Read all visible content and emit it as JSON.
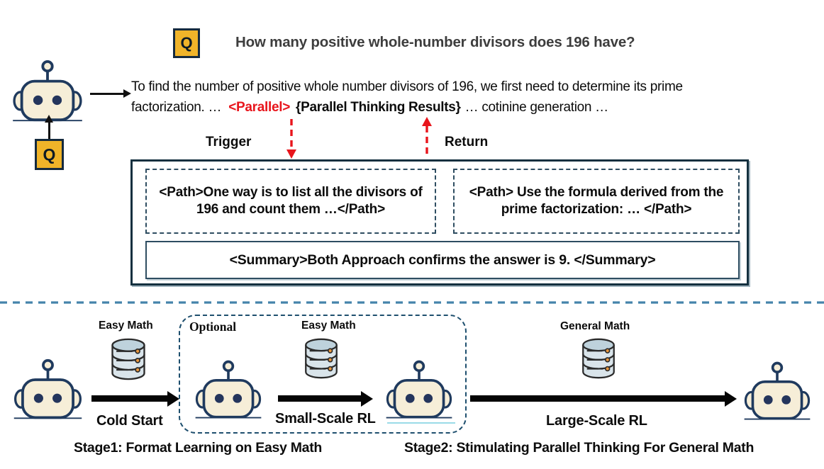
{
  "question": {
    "badge": "Q",
    "text": "How many positive whole-number divisors does 196 have?"
  },
  "response": {
    "line1": "To find the number of positive whole number divisors of 196, we first need to determine its prime",
    "line2": {
      "pre": "factorization. …",
      "parallel_tag": "<Parallel>",
      "results_tag": "{Parallel Thinking Results}",
      "post": "… cotinine generation …"
    }
  },
  "parallel_block": {
    "trigger_label": "Trigger",
    "return_label": "Return",
    "path_left": "<Path>One way is to list all the divisors of 196 and count them …</Path>",
    "path_right": "<Path> Use the formula derived from the prime factorization: … </Path>",
    "summary": "<Summary>Both Approach confirms the answer is 9. </Summary>"
  },
  "pipeline": {
    "q_badge": "Q",
    "optional_label": "Optional",
    "datasets": [
      {
        "label": "Easy Math"
      },
      {
        "label": "Easy Math"
      },
      {
        "label": "General Math"
      }
    ],
    "arrows": [
      {
        "label": "Cold Start"
      },
      {
        "label": "Small-Scale RL"
      },
      {
        "label": "Large-Scale RL"
      }
    ],
    "stage1": "Stage1: Format Learning on Easy Math",
    "stage2": "Stage2: Stimulating Parallel Thinking For General Math"
  },
  "icons": {
    "robot": "robot-icon",
    "database": "database-icon"
  },
  "colors": {
    "accent_red": "#e8151c",
    "badge_yellow": "#f0b429",
    "box_border_navy": "#14303f",
    "dashed_slate": "#2e4d61",
    "separator_blue": "#4583ab",
    "robot_face": "#f6eed8",
    "robot_outline": "#1f3a5e",
    "db_fill": "#d9e4ea",
    "db_dot": "#e9973e"
  }
}
